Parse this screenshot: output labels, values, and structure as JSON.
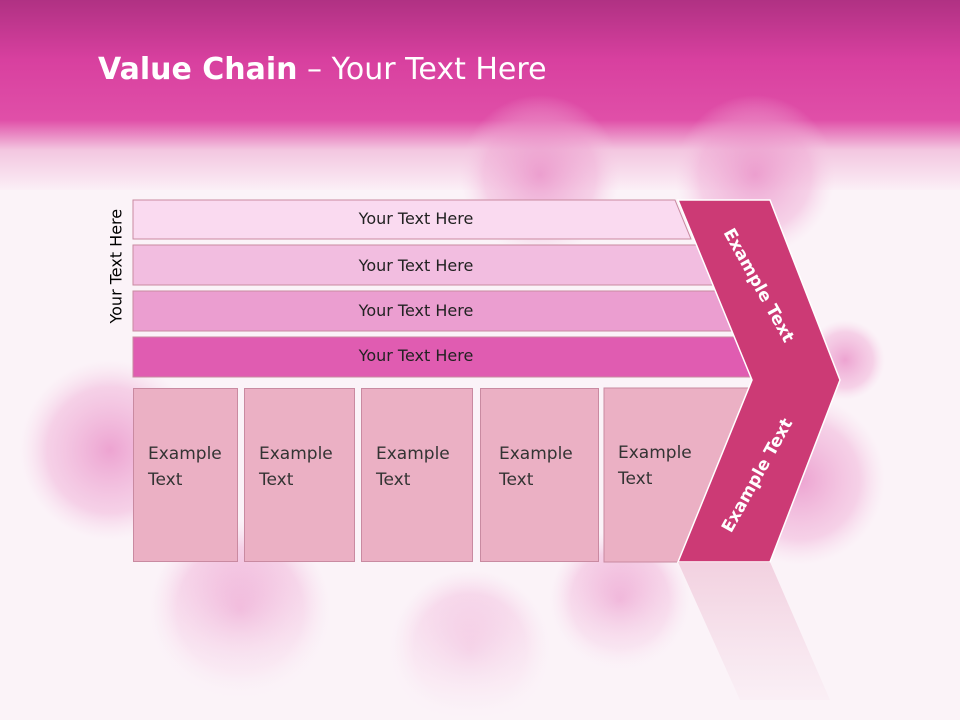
{
  "title": {
    "bold": "Value Chain",
    "rest": " – Your Text Here"
  },
  "side_label": "Your Text Here",
  "rows": [
    {
      "label": "Your Text Here",
      "color": "#fadaf0"
    },
    {
      "label": "Your Text Here",
      "color": "#f2bde0"
    },
    {
      "label": "Your Text Here",
      "color": "#eb9ed0"
    },
    {
      "label": "Your Text Here",
      "color": "#e05cb1"
    }
  ],
  "boxes": [
    {
      "line1": "Example",
      "line2": "Text"
    },
    {
      "line1": "Example",
      "line2": "Text"
    },
    {
      "line1": "Example",
      "line2": "Text"
    },
    {
      "line1": "Example",
      "line2": "Text"
    },
    {
      "line1": "Example",
      "line2": "Text"
    }
  ],
  "chevron_top": "Example Text",
  "chevron_bottom": "Example Text",
  "colors": {
    "header": "#d8409f",
    "chevron": "#cc3a75",
    "box": "#ebb0c4"
  }
}
